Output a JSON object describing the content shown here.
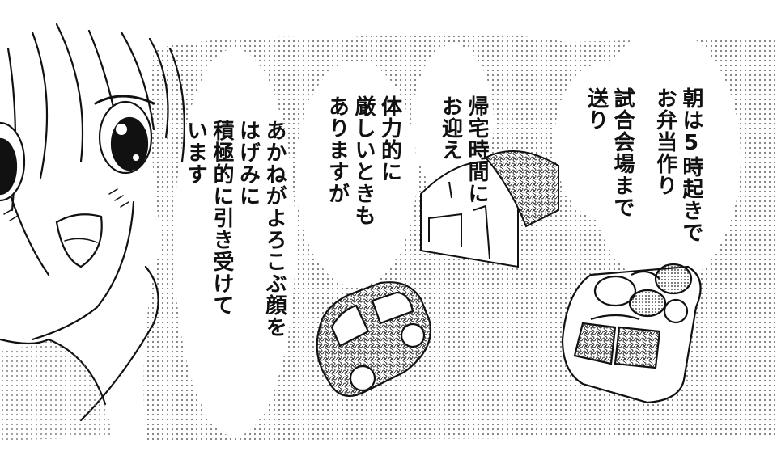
{
  "captions": {
    "bento": "朝は5時起きで\nお弁当作り",
    "venue": "試合会場まで\n送り",
    "pickup": "帰宅時間に\nお迎え",
    "tough": "体力的に\n厳しいときも\nありますが",
    "akane": "あかねがよろこぶ顔を\nはげみに\n積極的に引き受けて\nいます"
  },
  "colors": {
    "ink": "#111111",
    "paper": "#ffffff",
    "screentone": "#8a8a8a"
  },
  "icons": [
    "girl-illustration",
    "bento-box-illustration",
    "car-illustration",
    "house-illustration"
  ]
}
